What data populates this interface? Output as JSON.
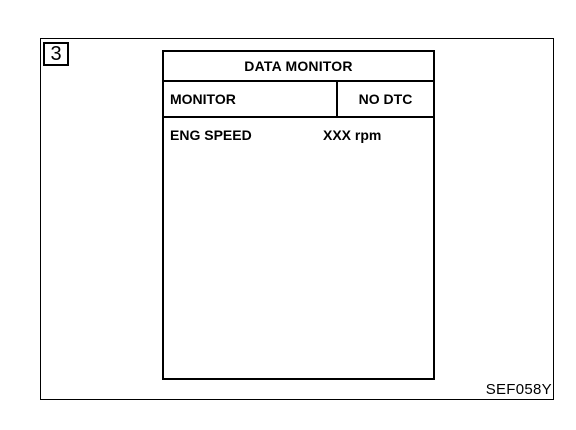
{
  "step": {
    "number": "3"
  },
  "screen": {
    "title": "DATA MONITOR",
    "header": {
      "monitor_label": "MONITOR",
      "dtc_status": "NO DTC"
    },
    "rows": [
      {
        "label": "ENG SPEED",
        "value": "XXX rpm"
      }
    ]
  },
  "figure": {
    "code": "SEF058Y"
  }
}
